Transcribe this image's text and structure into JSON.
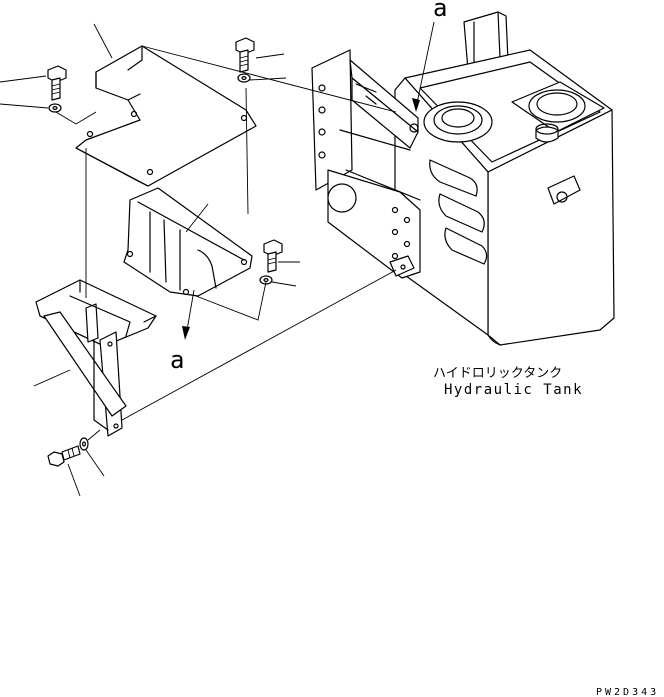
{
  "labels": {
    "tank_ja": "ハイドロリックタンク",
    "tank_en": "Hydraulic Tank",
    "ref_a": "a",
    "drawing_code": "PW2D343"
  },
  "colors": {
    "line": "#000000",
    "background": "#ffffff"
  }
}
